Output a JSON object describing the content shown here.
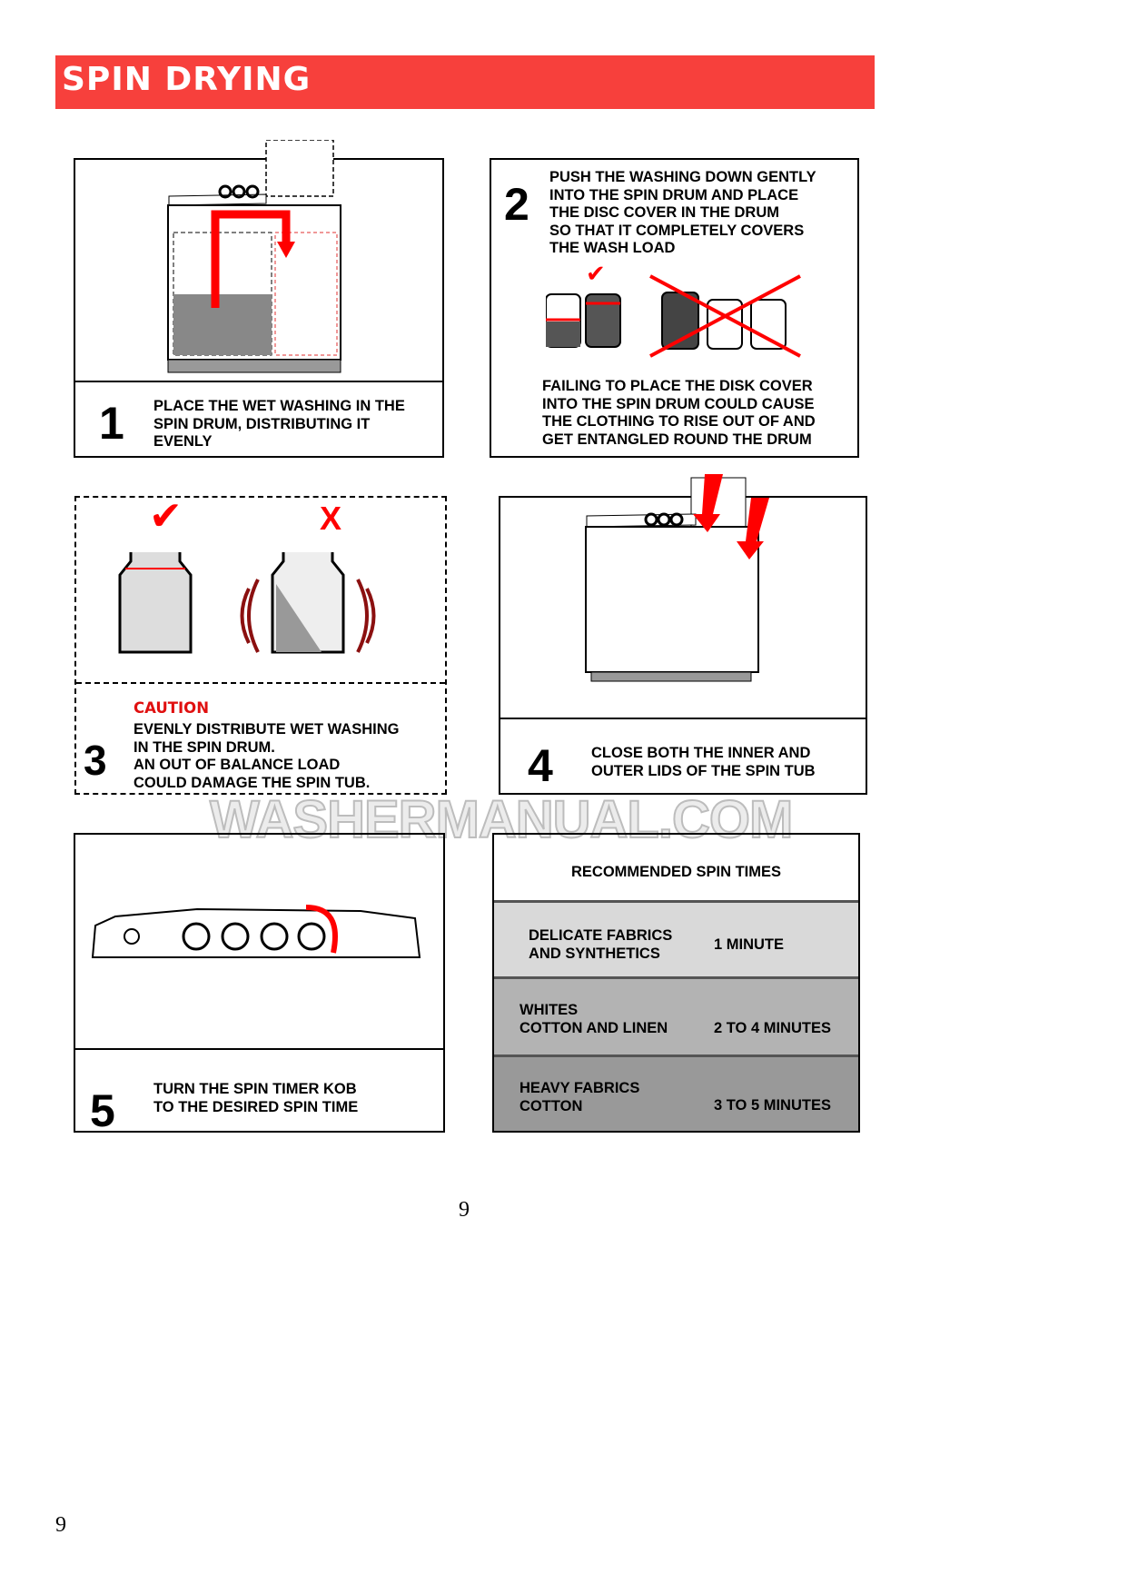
{
  "header": {
    "title": "SPIN  DRYING"
  },
  "steps": [
    {
      "number": "1",
      "text": "PLACE THE WET WASHING IN THE\nSPIN DRUM, DISTRIBUTING IT\nEVENLY"
    },
    {
      "number": "2",
      "text": "PUSH THE WASHING DOWN GENTLY\nINTO THE SPIN DRUM AND PLACE\nTHE DISC COVER IN THE DRUM\nSO THAT IT COMPLETELY COVERS\nTHE WASH LOAD",
      "note": "FAILING TO PLACE THE DISK COVER\nINTO THE SPIN DRUM COULD CAUSE\nTHE CLOTHING TO RISE OUT OF AND\nGET ENTANGLED ROUND THE DRUM"
    },
    {
      "number": "3",
      "caution": "CAUTION",
      "text": "EVENLY DISTRIBUTE WET WASHING\nIN THE SPIN DRUM.\nAN OUT OF BALANCE LOAD\nCOULD DAMAGE THE SPIN TUB."
    },
    {
      "number": "4",
      "text": "CLOSE BOTH THE INNER AND\nOUTER LIDS OF THE SPIN TUB"
    },
    {
      "number": "5",
      "text": "TURN THE SPIN TIMER KOB\nTO THE DESIRED SPIN TIME"
    }
  ],
  "marks": {
    "check": "✔",
    "cross": "X"
  },
  "spin_table": {
    "title": "RECOMMENDED SPIN TIMES",
    "rows": [
      {
        "fabric": "DELICATE FABRICS\nAND SYNTHETICS",
        "time": "1 MINUTE",
        "color": "#d9d9d9"
      },
      {
        "fabric": "WHITES\nCOTTON AND LINEN",
        "time": "2 TO 4 MINUTES",
        "color": "#b3b3b3"
      },
      {
        "fabric": "HEAVY FABRICS\nCOTTON",
        "time": "3 TO 5 MINUTES",
        "color": "#999999"
      }
    ]
  },
  "watermark": "WASHERMANUAL.COM",
  "page_number_center": "9",
  "page_number_corner": "9",
  "colors": {
    "accent": "#f7403c"
  }
}
